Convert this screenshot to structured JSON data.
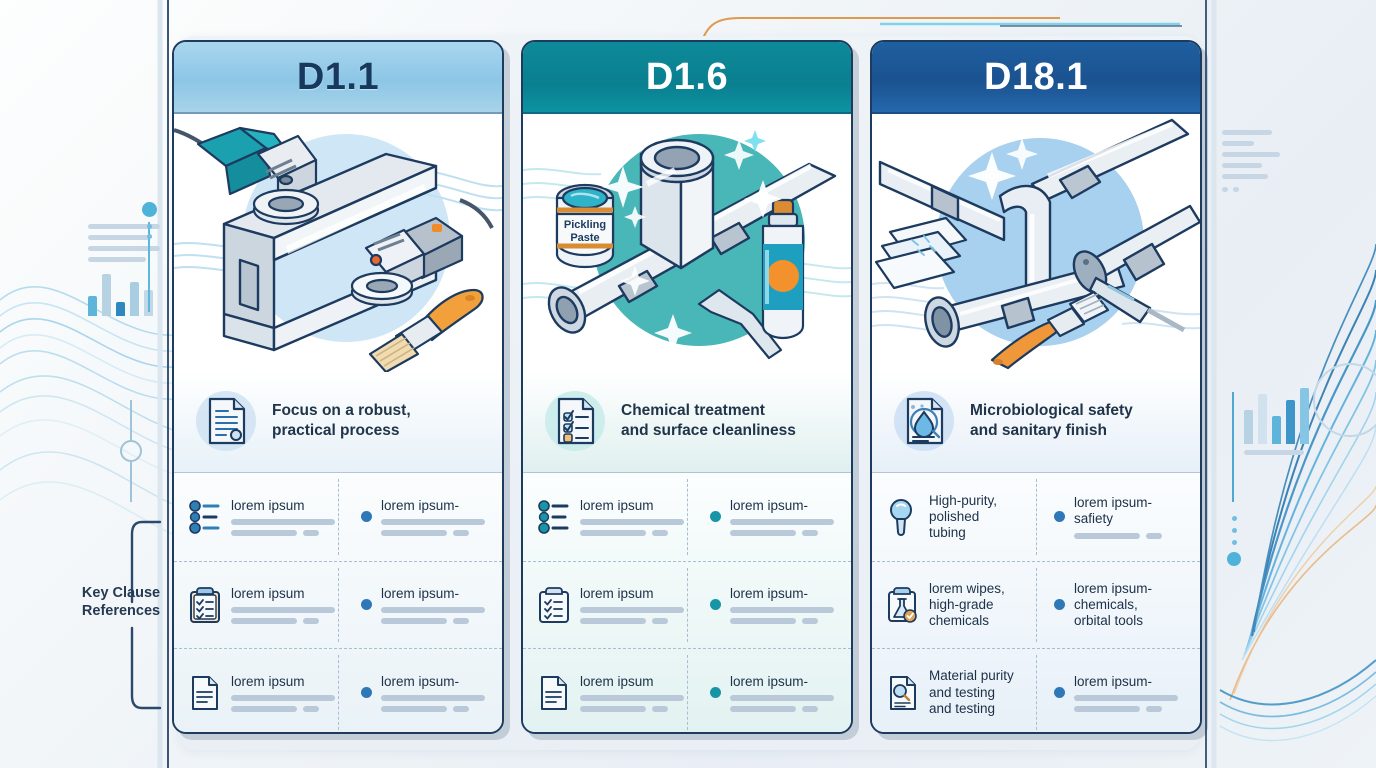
{
  "meta": {
    "title": "Welding standards comparison infographic",
    "colors": {
      "col1_header": "#8cc6e6",
      "col2_header": "#0a7f90",
      "col3_header": "#1b5290",
      "outline": "#1d3a5f",
      "accent_orange": "#e8913c",
      "bullet_blue": "#2e78b8",
      "bullet_teal": "#1795a6",
      "placeholder_bar": "#b9c9d9"
    }
  },
  "side_label": {
    "text": "Key Clause\nReferences",
    "line1": "Key Clause",
    "line2": "References"
  },
  "columns": [
    {
      "id": "d11",
      "header": "D1.1",
      "illustration": "angle-grinders-on-steel-i-beam-with-paintbrush",
      "caption": {
        "icon": "document-gear-icon",
        "line1": "Focus on a robust,",
        "line2": "practical process"
      },
      "rows": [
        {
          "left": {
            "icon": "bullet-list-icon",
            "title": "lorem ipsum",
            "bars": [
              "w1",
              "w2+dot"
            ]
          },
          "right": {
            "icon": "bullet-dot",
            "title": "lorem ipsum-",
            "bars": [
              "w1",
              "w2+dot"
            ]
          }
        },
        {
          "left": {
            "icon": "clipboard-check-icon",
            "title": "lorem ipsum",
            "bars": [
              "w1",
              "w2+dot"
            ]
          },
          "right": {
            "icon": "bullet-dot",
            "title": "lorem ipsum-",
            "bars": [
              "w1",
              "w2+dot"
            ]
          }
        },
        {
          "left": {
            "icon": "document-lines-icon",
            "title": "lorem ipsum",
            "bars": [
              "w1",
              "w2+dot"
            ]
          },
          "right": {
            "icon": "bullet-dot",
            "title": "lorem ipsum-",
            "bars": [
              "w1",
              "w2+dot"
            ]
          }
        }
      ]
    },
    {
      "id": "d16",
      "header": "D1.6",
      "illustration": "stainless-pipe-tee-with-pickling-paste-jar-spray-can-and-allen-key",
      "illustration_labels": [
        "Pickling",
        "Paste"
      ],
      "caption": {
        "icon": "checklist-document-icon",
        "line1": "Chemical treatment",
        "line2": "and surface cleanliness"
      },
      "rows": [
        {
          "left": {
            "icon": "bullet-list-icon",
            "title": "lorem ipsum",
            "bars": [
              "w1",
              "w2+dot"
            ]
          },
          "right": {
            "icon": "bullet-dot",
            "title": "lorem ipsum-",
            "bars": [
              "w1",
              "w2+dot"
            ]
          }
        },
        {
          "left": {
            "icon": "clipboard-check-icon",
            "title": "lorem ipsum",
            "bars": [
              "w1",
              "w2+dot"
            ]
          },
          "right": {
            "icon": "bullet-dot",
            "title": "lorem ipsum-",
            "bars": [
              "w1",
              "w2+dot"
            ]
          }
        },
        {
          "left": {
            "icon": "document-lines-icon",
            "title": "lorem ipsum",
            "bars": [
              "w1",
              "w2+dot"
            ]
          },
          "right": {
            "icon": "bullet-dot",
            "title": "lorem ipsum-",
            "bars": [
              "w1",
              "w2+dot"
            ]
          }
        }
      ]
    },
    {
      "id": "d181",
      "header": "D18.1",
      "illustration": "sanitary-tube-fittings-with-wipes-and-brush",
      "caption": {
        "icon": "water-droplet-document-icon",
        "line1": "Microbiological safety",
        "line2": "and sanitary finish"
      },
      "rows": [
        {
          "left": {
            "icon": "magnifier-probe-icon",
            "title": "High-purity,\npolished\ntubing",
            "bars": []
          },
          "right": {
            "icon": "bullet-dot",
            "title": "lorem ipsum-\nsafiety",
            "bars": [
              "inline",
              "w2+dot"
            ]
          }
        },
        {
          "left": {
            "icon": "clipboard-flask-icon",
            "title": "lorem wipes,\nhigh-grade\nchemicals",
            "bars": []
          },
          "right": {
            "icon": "bullet-dot",
            "title": "lorem ipsum-\nchemicals,\norbital tools",
            "bars": []
          }
        },
        {
          "left": {
            "icon": "document-magnifier-icon",
            "title": "Material purity\nand testing\nand testing",
            "bars": []
          },
          "right": {
            "icon": "bullet-dot",
            "title": "lorem ipsum-",
            "bars": [
              "w1",
              "w2+dot"
            ]
          }
        }
      ]
    }
  ],
  "decor": {
    "left_widget": {
      "name": "mini-bar-chart-left",
      "bars": 5
    },
    "right_widget_top": {
      "name": "text-lines-right"
    },
    "right_widget_bottom": {
      "name": "mini-bar-chart-right",
      "bars": 5
    }
  }
}
